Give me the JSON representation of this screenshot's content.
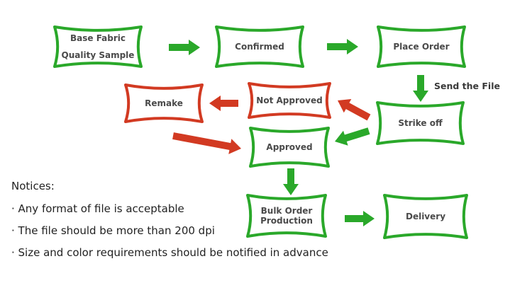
{
  "colors": {
    "green": "#2aa82a",
    "red": "#d23a22",
    "text": "#4a4a4a"
  },
  "nodes": [
    {
      "id": "base-fabric",
      "lines": [
        "Base Fabric",
        "Quality Sample"
      ],
      "color": "green"
    },
    {
      "id": "confirmed",
      "lines": [
        "Confirmed"
      ],
      "color": "green"
    },
    {
      "id": "place-order",
      "lines": [
        "Place Order"
      ],
      "color": "green"
    },
    {
      "id": "remake",
      "lines": [
        "Remake"
      ],
      "color": "red"
    },
    {
      "id": "not-approved",
      "lines": [
        "Not Approved"
      ],
      "color": "red"
    },
    {
      "id": "strike-off",
      "lines": [
        "Strike off"
      ],
      "color": "green"
    },
    {
      "id": "approved",
      "lines": [
        "Approved"
      ],
      "color": "green"
    },
    {
      "id": "bulk-order",
      "lines": [
        "Bulk Order",
        "Production"
      ],
      "color": "green"
    },
    {
      "id": "delivery",
      "lines": [
        "Delivery"
      ],
      "color": "green"
    }
  ],
  "edges": [
    {
      "from": "base-fabric",
      "to": "confirmed",
      "color": "green"
    },
    {
      "from": "confirmed",
      "to": "place-order",
      "color": "green"
    },
    {
      "from": "place-order",
      "to": "strike-off",
      "color": "green",
      "label": "Send the File"
    },
    {
      "from": "strike-off",
      "to": "not-approved",
      "color": "red"
    },
    {
      "from": "not-approved",
      "to": "remake",
      "color": "red"
    },
    {
      "from": "strike-off",
      "to": "approved",
      "color": "green"
    },
    {
      "from": "remake",
      "to": "approved",
      "color": "red"
    },
    {
      "from": "approved",
      "to": "bulk-order",
      "color": "green"
    },
    {
      "from": "bulk-order",
      "to": "delivery",
      "color": "green"
    }
  ],
  "notices": {
    "title": "Notices:",
    "items": [
      "· Any format of file is acceptable",
      "· The file should be more than 200 dpi",
      "· Size and color requirements should be notified in advance"
    ]
  }
}
